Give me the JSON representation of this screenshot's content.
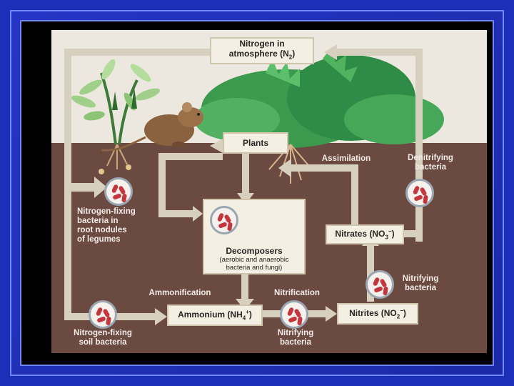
{
  "atmosphere": {
    "line1": "Nitrogen in",
    "line2_pre": "atmosphere (N",
    "line2_sub": "2",
    "line2_post": ")"
  },
  "plants": "Plants",
  "assimilation": "Assimilation",
  "denitrifying": {
    "line1": "Denitrifying",
    "line2": "bacteria"
  },
  "nfix_legumes": {
    "line1": "Nitrogen-fixing",
    "line2": "bacteria in",
    "line3": "root nodules",
    "line4": "of legumes"
  },
  "decomposers": {
    "title": "Decomposers",
    "line1": "(aerobic and anaerobic",
    "line2": "bacteria and fungi)"
  },
  "nitrates": {
    "pre": "Nitrates (NO",
    "sub": "3",
    "sup": "−",
    "post": ")"
  },
  "nitrifying_top": {
    "line1": "Nitrifying",
    "line2": "bacteria"
  },
  "ammonification": "Ammonification",
  "nitrification": "Nitrification",
  "ammonium": {
    "pre": "Ammonium (NH",
    "sub": "4",
    "sup": "+",
    "post": ")"
  },
  "nitrites": {
    "pre": "Nitrites (NO",
    "sub": "2",
    "sup": "−",
    "post": ")"
  },
  "nfix_soil": {
    "line1": "Nitrogen-fixing",
    "line2": "soil bacteria"
  },
  "nitrifying_bottom": {
    "line1": "Nitrifying",
    "line2": "bacteria"
  },
  "colors": {
    "sky": "#ece8df",
    "soil": "#6b4a42",
    "arrow": "#d8d0bf",
    "box": "#f3efe3",
    "bacterium": "#c4353e"
  }
}
